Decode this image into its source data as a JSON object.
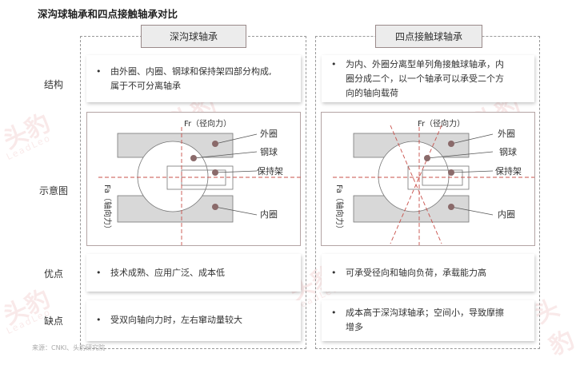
{
  "page_title": "深沟球轴承和四点接触轴承对比",
  "columns": {
    "left_header": "深沟球轴承",
    "right_header": "四点接触球轴承"
  },
  "row_labels": {
    "structure": "结构",
    "diagram": "示意图",
    "advantages": "优点",
    "disadvantages": "缺点"
  },
  "deep_groove": {
    "structure_line1": "由外圈、内圈、钢球和保持架四部分构成,",
    "structure_line2": "属于不可分离轴承",
    "advantages": "技术成熟、应用广泛、成本低",
    "disadvantages": "受双向轴向力时，左右窜动量较大"
  },
  "four_point": {
    "structure_line1": "为内、外圈分离型单列角接触球轴承，内",
    "structure_line2": "圈分成二个，以一个轴承可以承受二个方",
    "structure_line3": "向的轴向载荷",
    "advantages": "可承受径向和轴向负荷，承载能力高",
    "disadvantages_line1": "成本高于深沟球轴承；空间小，导致摩擦",
    "disadvantages_line2": "增多"
  },
  "diagram_labels": {
    "fr": "Fr（径向力）",
    "fa": "Fa（轴向力）",
    "outer_ring": "外圈",
    "ball": "钢球",
    "cage": "保持架",
    "inner_ring": "内圈"
  },
  "bullet": "•",
  "source": "来源：CNKI、头豹研究院",
  "watermark": {
    "text": "头豹",
    "sub": "LeadLeo"
  },
  "colors": {
    "accent": "#8a6a6a",
    "ring_fill": "#d8d8d8",
    "dashed_red": "#c8504a"
  }
}
